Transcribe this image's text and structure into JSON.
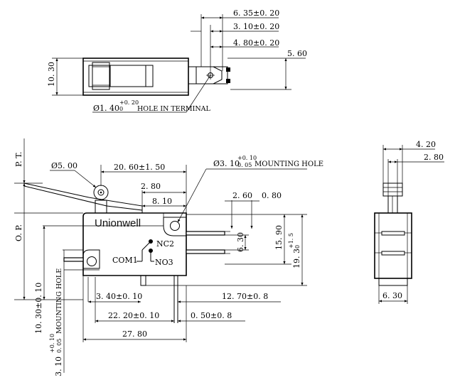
{
  "top_view": {
    "dim_width_total": "6. 35±0. 20",
    "dim_terminal_width": "3. 10±0. 20",
    "dim_hole_offset": "4. 80±0. 20",
    "dim_tip": "5. 60",
    "dim_height": "10. 30",
    "hole_note": "Ø1. 40",
    "hole_note_tol_upper": "+0. 20",
    "hole_note_tol_lower": "0",
    "hole_note_suffix": "HOLE IN TERMINAL"
  },
  "front_view": {
    "label_pt": "P. T.",
    "label_op": "O. P.",
    "dim_roller_dia": "Ø5. 00",
    "dim_lever_pos": "20. 60±1. 50",
    "dim_2_80": "2. 80",
    "dim_8_10": "8. 10",
    "mount_hole_note": "Ø3. 10",
    "mount_hole_tol_upper": "+0. 10",
    "mount_hole_tol_lower": "0. 05",
    "mount_hole_suffix": "MOUNTING HOLE",
    "dim_2_60": "2. 60",
    "dim_0_80": "0. 80",
    "dim_6_30": "6. 30",
    "dim_15_90": "15. 90",
    "dim_19_3": "19. 3",
    "dim_19_3_tol_upper": "+1. 5",
    "dim_19_3_tol_lower": "0",
    "brand": "Unionwell",
    "terminal_nc": "NC2",
    "terminal_com": "COM1",
    "terminal_no": "NO3",
    "dim_3_40": "3. 40±0. 10",
    "dim_12_70": "12. 70±0. 8",
    "dim_22_20": "22. 20±0. 10",
    "dim_0_50": "0. 50±0. 8",
    "dim_27_80": "27. 80",
    "dim_10_30_vertical": "10. 30±0. 10",
    "dim_mount_vertical": "3. 10",
    "dim_mount_vertical_tol_upper": "+0. 10",
    "dim_mount_vertical_tol_lower": "0. 05",
    "dim_mount_vertical_suffix": "MOUNTING HOLE"
  },
  "side_view": {
    "dim_4_20": "4. 20",
    "dim_2_80": "2. 80",
    "dim_6_30": "6. 30"
  }
}
